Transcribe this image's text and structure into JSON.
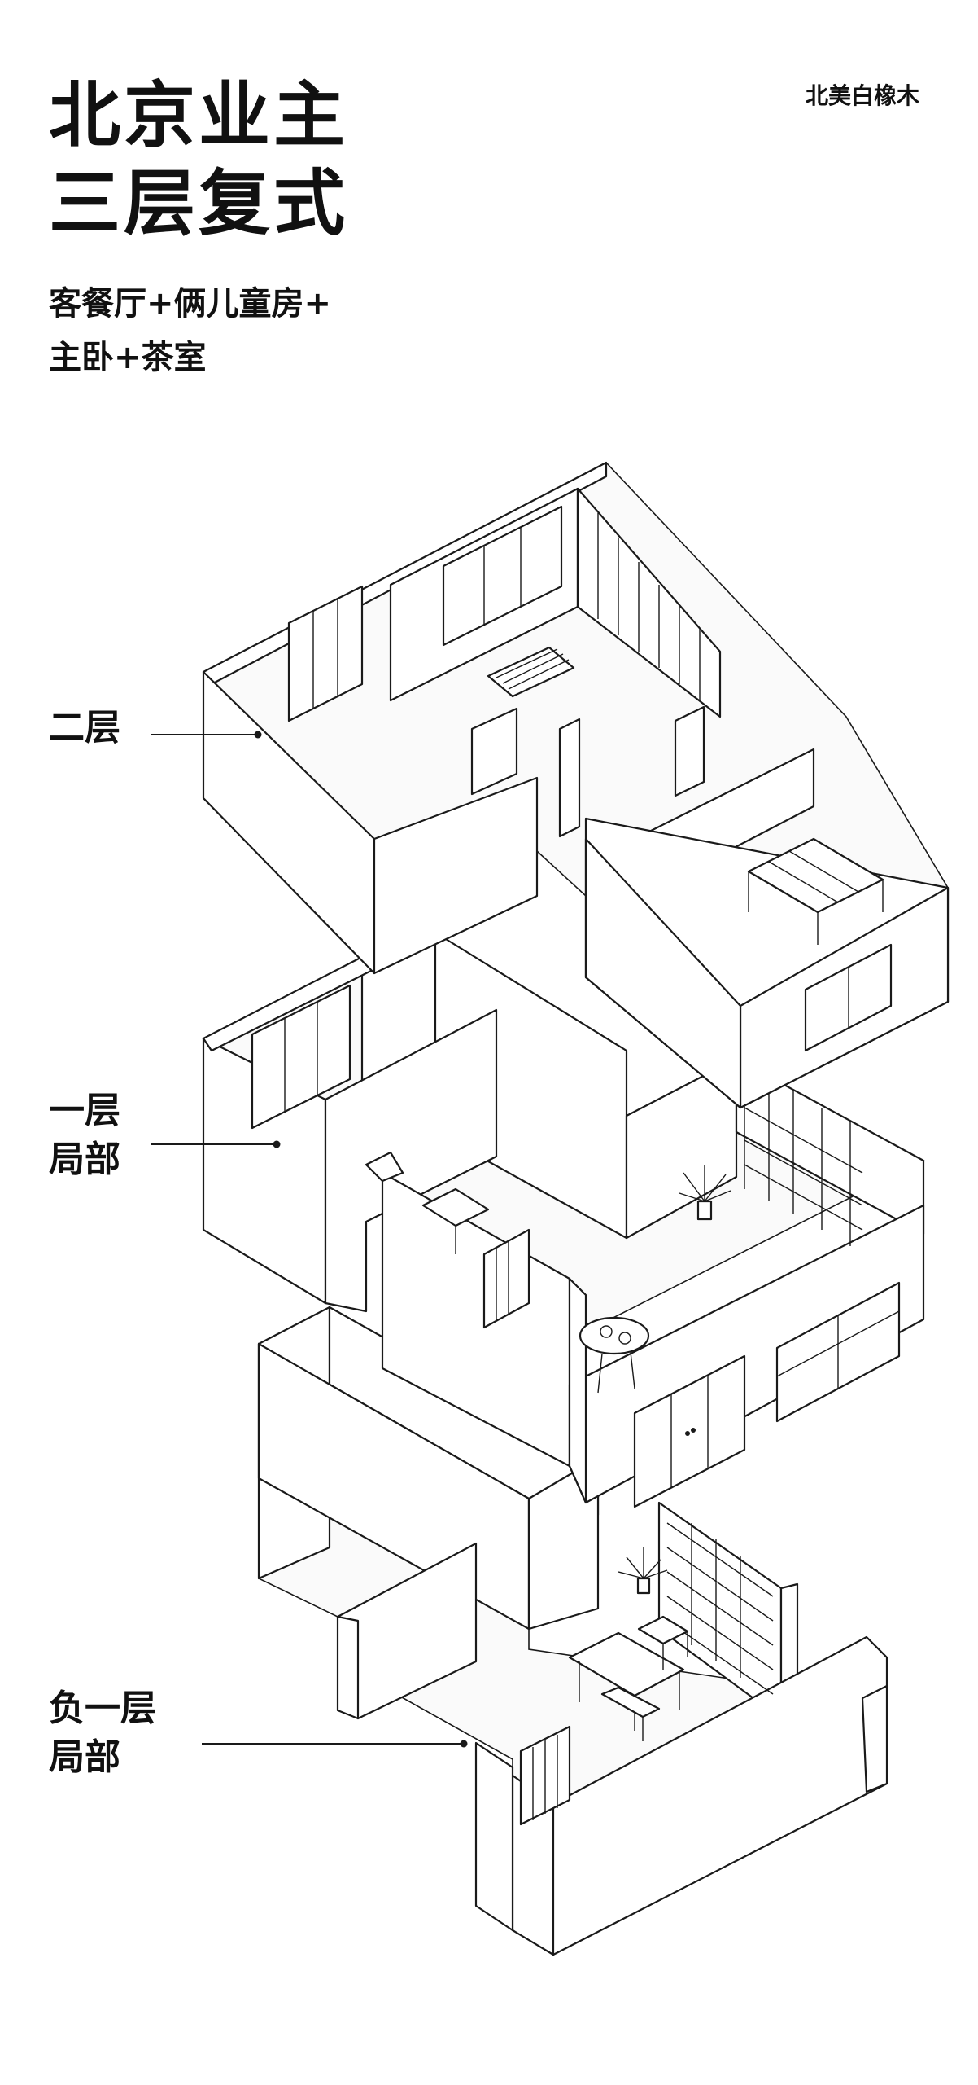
{
  "title": {
    "line1": "北京业主",
    "line2": "三层复式"
  },
  "subtitle": {
    "line1": "客餐厅+俩儿童房+",
    "line2": "主卧+茶室"
  },
  "tag": "北美白橡木",
  "floors": [
    {
      "label_line1": "二层",
      "label_line2": ""
    },
    {
      "label_line1": "一层",
      "label_line2": "局部"
    },
    {
      "label_line1": "负一层",
      "label_line2": "局部"
    }
  ],
  "colors": {
    "background": "#ffffff",
    "line": "#1a1a1a",
    "text": "#111111",
    "wall_fill": "#ffffff",
    "floor_fill": "#fafafa"
  }
}
